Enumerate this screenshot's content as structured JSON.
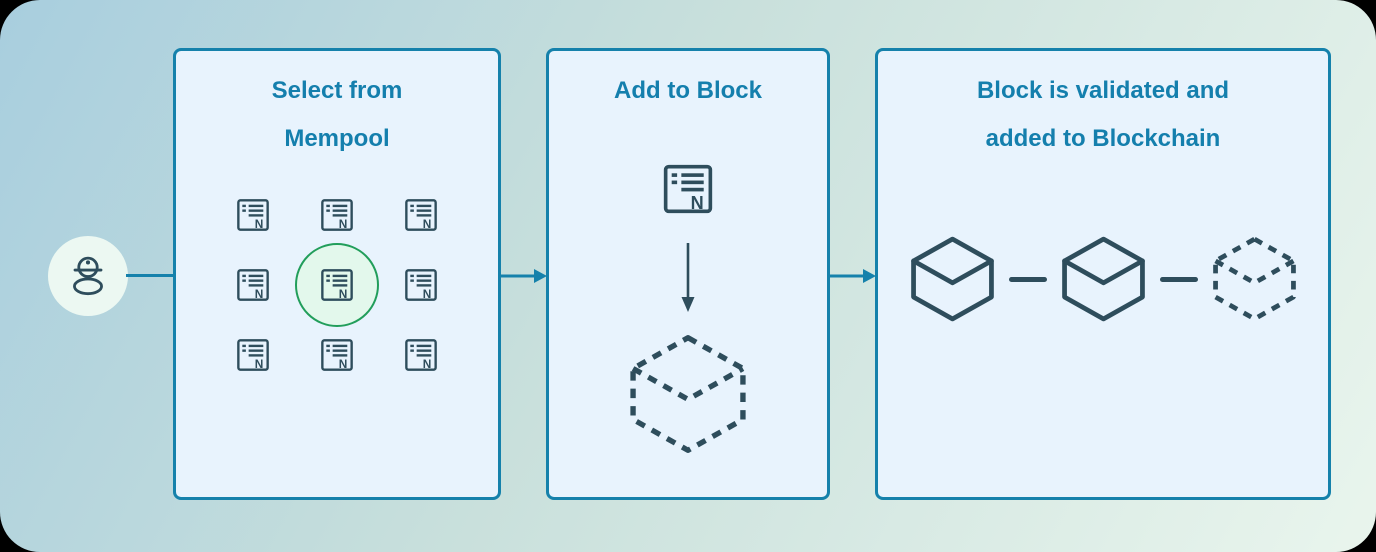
{
  "canvas": {
    "background_start": "#a8cede",
    "background_end": "#e9f5ed"
  },
  "colors": {
    "background_start": "#a8cede",
    "background_end": "#e9f5ed",
    "panel_background": "#e8f3fd",
    "panel_border": "#1581ab",
    "title_text": "#147fad",
    "icon_stroke": "#2e4d5c",
    "highlight_green": "#229e5b",
    "highlight_green_fill": "#e3f8ec",
    "miner_circle_fill": "#ecf8f2"
  },
  "miner": {
    "icon": "miner-icon"
  },
  "steps": [
    {
      "title_line1": "Select from",
      "title_line2": "Mempool",
      "mempool": {
        "rows": 3,
        "cols": 3,
        "transaction_count": 9,
        "selected_index": 4,
        "transaction_label": "N"
      }
    },
    {
      "title_line1": "Add to Block",
      "transaction_label": "N"
    },
    {
      "title_line1": "Block is validated and",
      "title_line2": "added to Blockchain",
      "blockchain": {
        "confirmed_blocks": 2,
        "pending_blocks": 1
      }
    }
  ]
}
